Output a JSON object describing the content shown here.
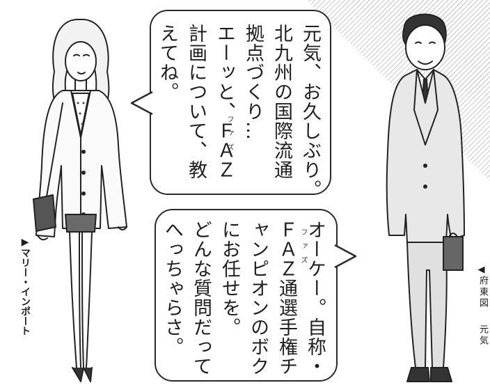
{
  "bubble_top": {
    "lines": [
      "元気、お久しぶり。",
      "北九州の国際流通",
      "拠点づくり…",
      "エーッと、ＦＡＺ",
      "計画について、教",
      "えてね。"
    ],
    "ruby": "ファズ"
  },
  "bubble_bottom": {
    "lines": [
      "オーケー。自称・",
      "ＦＡＺ通選手権チ",
      "ャンピオンのボク",
      "にお任せを。",
      "どんな質問だって",
      "へっちゃらさ。"
    ],
    "ruby": "ファズ"
  },
  "captions": {
    "left": "▶マリー・インポート",
    "right_fragments": [
      "◀",
      "府",
      "東",
      "図",
      "元",
      "気"
    ]
  },
  "colors": {
    "ink": "#1e1e1e",
    "hatch": "#c8c8c8"
  }
}
